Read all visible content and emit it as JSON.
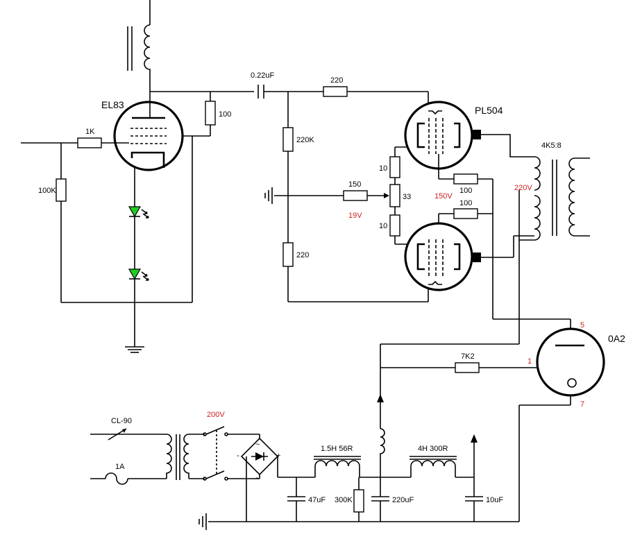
{
  "tubes": {
    "driver": "EL83",
    "output": "PL504",
    "regulator": "0A2",
    "reg_pin_anode": "5",
    "reg_pin_feed": "1",
    "reg_pin_cathode": "7"
  },
  "resistors": {
    "grid_stop": "1K",
    "grid_leak": "100K",
    "screen_stop": "100",
    "series_grid": "220",
    "divider_top": "220K",
    "divider_bottom": "220",
    "bias_feed": "150",
    "grid_top": "10",
    "grid_bottom": "10",
    "balance_pot": "33",
    "screen_top": "100",
    "screen_bottom": "100",
    "reg_dropper": "7K2",
    "bleeder": "300K"
  },
  "capacitors": {
    "coupling": "0.22uF",
    "reservoir": "47uF",
    "filter1": "220uF",
    "filter2": "10uF"
  },
  "inductors": {
    "choke1": "1.5H 56R",
    "choke2": "4H 300R"
  },
  "output_transformer": "4K5:8",
  "mains": {
    "ntc": "CL-90",
    "fuse": "1A"
  },
  "voltages": {
    "bias": "19V",
    "screen": "150V",
    "anode": "220V",
    "secondary": "200V"
  },
  "colors": {
    "wire": "#000000",
    "voltage_text": "#cc1f1f",
    "led": "#22cc22"
  }
}
